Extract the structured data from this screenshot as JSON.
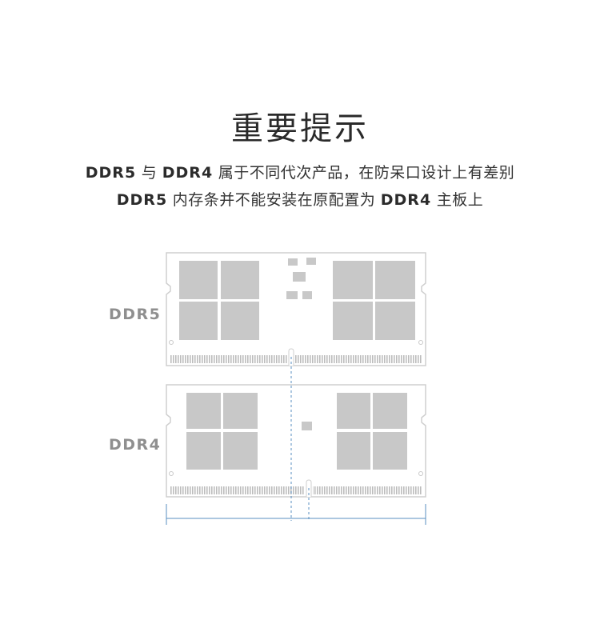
{
  "title": "重要提示",
  "notice": {
    "line1": {
      "a": "DDR5",
      "b": " 与 ",
      "c": "DDR4",
      "d": " 属于不同代次产品，在防呆口设计上有差别"
    },
    "line2": {
      "a": "DDR5",
      "b": " 内存条并不能安装在原配置为 ",
      "c": "DDR4",
      "d": " 主板上"
    }
  },
  "modules": [
    {
      "label": "DDR5",
      "notch_position": 0.49
    },
    {
      "label": "DDR4",
      "notch_position": 0.56
    }
  ],
  "colors": {
    "module_outline": "#cfcfcf",
    "chip": "#c8c8c8",
    "contact_pins": "#bdbdbd",
    "guide_line": "#5a8fc0",
    "label": "#8f8f8f"
  }
}
